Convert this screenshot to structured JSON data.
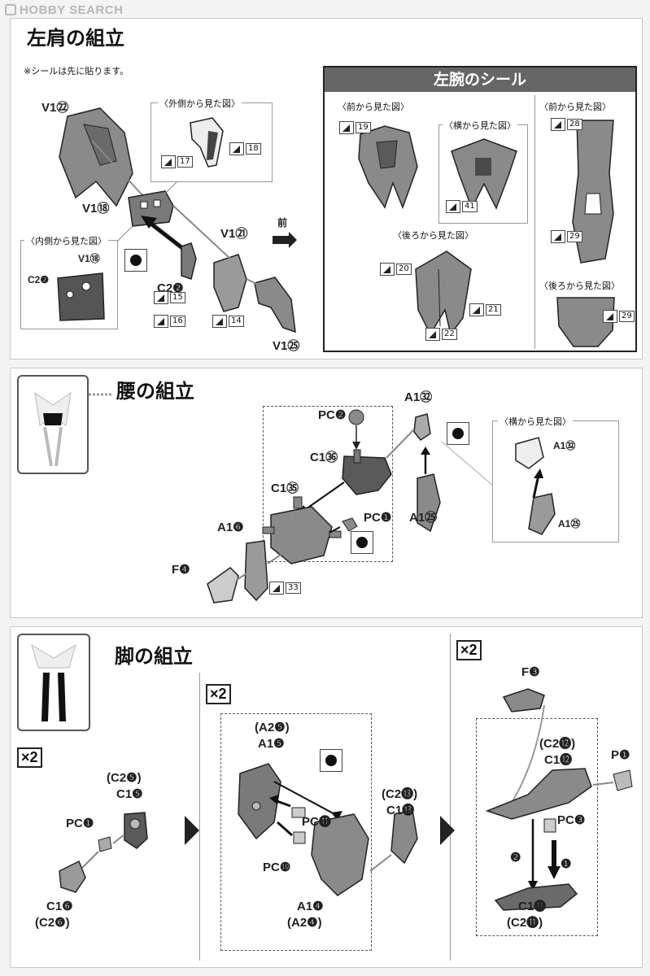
{
  "watermark": "HOBBY SEARCH",
  "sec1": {
    "title": "左肩の組立",
    "note": "※シールは先に貼ります。",
    "outer_view": "〈外側から見た図〉",
    "inner_view": "〈内側から見た図〉",
    "labels": {
      "v1_22": "V1㉒",
      "v1_18": "V1⑱",
      "v1_21": "V1㉑",
      "v1_25": "V1㉕",
      "c2_2": "C2❷",
      "inner_c2": "C2❷",
      "inner_v1": "V1⑱",
      "front": "前"
    },
    "stickers": [
      "17",
      "18",
      "15",
      "16",
      "14"
    ]
  },
  "seal": {
    "title": "左腕のシール",
    "front_view": "〈前から見た図〉",
    "side_view": "〈横から見た図〉",
    "back_view": "〈後ろから見た図〉",
    "front_view2": "〈前から見た図〉",
    "back_view2": "〈後ろから見た図〉",
    "stickers": [
      "19",
      "41",
      "20",
      "21",
      "22",
      "28",
      "29",
      "29"
    ]
  },
  "sec2": {
    "title": "腰の組立",
    "side_view": "〈横から見た図〉",
    "labels": {
      "pc2": "PC❷",
      "c1_36": "C1㊱",
      "c1_35": "C1㉟",
      "pc1": "PC❶",
      "a1_6": "A1❻",
      "f4": "F❹",
      "a1_32": "A1㉜",
      "a1_25": "A1㉕",
      "side_a1_32": "A1㉜",
      "side_a1_25": "A1㉕"
    },
    "stickers": [
      "33"
    ]
  },
  "sec3": {
    "title": "脚の組立",
    "x2": "×2",
    "step1": {
      "c2_5": "(C2❺)",
      "c1_5": "C1❺",
      "pc1": "PC❶",
      "c1_6": "C1❻",
      "c2_6": "(C2❻)"
    },
    "step2": {
      "a2_5": "(A2❺)",
      "a1_5": "A1❺",
      "pc11": "PC⓫",
      "pc10": "PC❿",
      "c2_13": "(C2⓭)",
      "c1_13": "C1⓭",
      "a1_4": "A1❹",
      "a2_4": "(A2❹)"
    },
    "step3": {
      "f3": "F❸",
      "c2_12": "(C2⓬)",
      "c1_12": "C1⓬",
      "p1": "P❶",
      "pc3": "PC❸",
      "c1_11": "C1⓫",
      "c2_11": "(C2⓫)",
      "order1": "❶",
      "order2": "❷"
    }
  },
  "colors": {
    "part_fill": "#8a8a8a",
    "part_dark": "#4a4a4a",
    "line": "#222222",
    "seal_header": "#666666"
  }
}
